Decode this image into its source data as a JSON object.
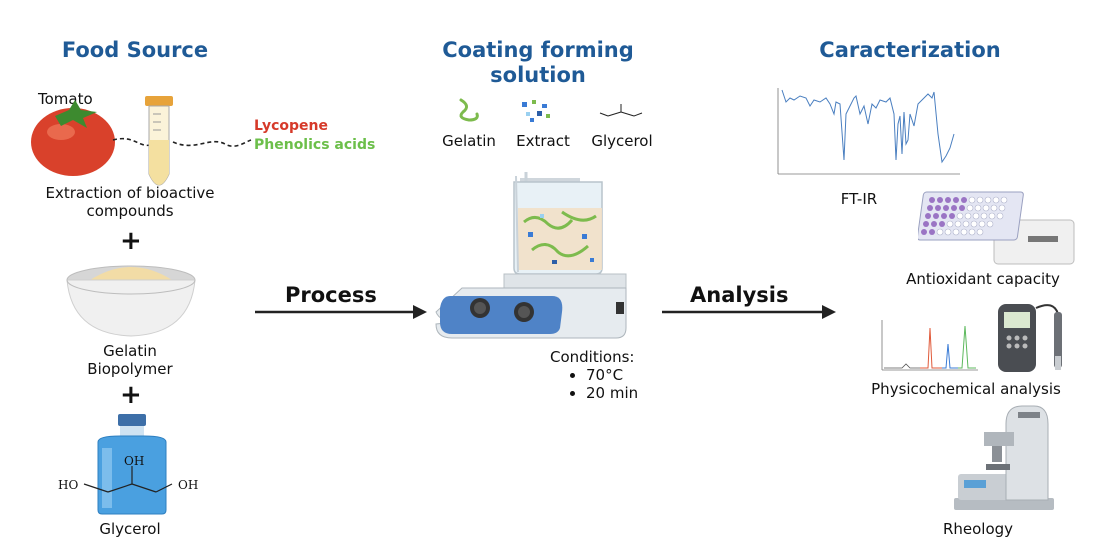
{
  "columns": {
    "food_source": {
      "title": "Food Source",
      "tomato_label": "Tomato",
      "lycopene": "Lycopene",
      "phenolics": "Phenolics acids",
      "extraction": "Extraction of bioactive compounds",
      "plus": "+",
      "gelatin_line1": "Gelatin",
      "gelatin_line2": "Biopolymer",
      "glycerol": "Glycerol",
      "ho_left": "HO",
      "oh_top": "OH",
      "oh_right": "OH"
    },
    "coating": {
      "title_line1": "Coating forming",
      "title_line2": "solution",
      "gelatin": "Gelatin",
      "extract": "Extract",
      "glycerol": "Glycerol",
      "conditions_title": "Conditions:",
      "conditions": [
        "70°C",
        "20 min"
      ]
    },
    "characterization": {
      "title": "Caracterization",
      "ftir": "FT-IR",
      "antioxidant": "Antioxidant capacity",
      "physicochemical": "Physicochemical analysis",
      "rheology": "Rheology"
    }
  },
  "arrows": {
    "process": "Process",
    "analysis": "Analysis"
  },
  "colors": {
    "title_blue": "#1f5a96",
    "lycopene_red": "#d63a2a",
    "phenolics_green": "#6cbf4a"
  }
}
